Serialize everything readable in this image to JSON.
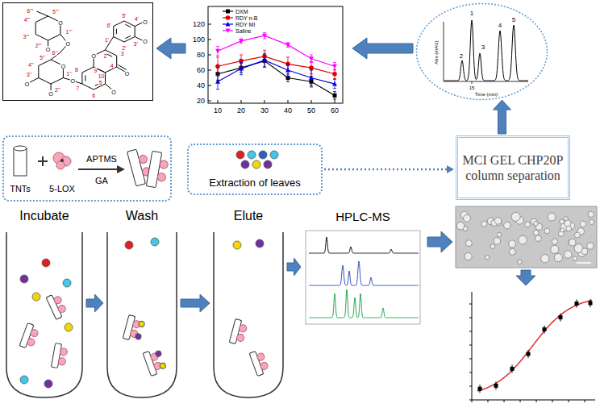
{
  "diagram": {
    "nodes": [
      {
        "text": [
          "5'''",
          "6'''",
          "4'''",
          "O",
          "3'''",
          "2'''",
          "O",
          "1'''",
          "O",
          "6''",
          "5''",
          "O",
          "4''",
          "3''",
          "O",
          "2''",
          "O",
          "1''",
          "O",
          "7",
          "8",
          "9",
          "6",
          "5",
          "O",
          "10",
          "O",
          "2",
          "3",
          "4",
          "O",
          "1'",
          "2'",
          "3'",
          "O",
          "4'",
          "O",
          "5'",
          "6'"
        ]
      },
      {
        "text": [
          "Abs (mAU)",
          "1",
          "2",
          "3",
          "4",
          "5",
          "15",
          "Time (min)"
        ]
      },
      {
        "text": [
          "TNTs",
          "5-LOX",
          "APTMS",
          "GA"
        ]
      },
      {
        "text": [
          "Extraction of leaves"
        ]
      },
      {
        "text": [
          "MCI GEL CHP20P column separation"
        ]
      },
      {
        "text": [
          "Incubate"
        ]
      },
      {
        "text": [
          "Wash"
        ]
      },
      {
        "text": [
          "Elute"
        ]
      },
      {
        "text": [
          "HPLC-MS"
        ]
      }
    ],
    "edges": [
      {
        "from": 3,
        "to": 4,
        "arrow": "to"
      },
      {
        "from": 4,
        "to": 1,
        "arrow": "to"
      },
      {
        "from": 5,
        "to": 6,
        "arrow": "to"
      },
      {
        "from": 6,
        "to": 7,
        "arrow": "to"
      },
      {
        "from": 7,
        "to": 8,
        "arrow": "to"
      }
    ],
    "labels": [
      "120",
      "100",
      "80",
      "60",
      "40",
      "20",
      "10",
      "20",
      "30",
      "40",
      "50",
      "60"
    ],
    "legend": [
      {
        "text": "DXM"
      },
      {
        "text": "RDY n-B"
      },
      {
        "text": "RDY MI"
      },
      {
        "text": "Saline"
      }
    ]
  }
}
